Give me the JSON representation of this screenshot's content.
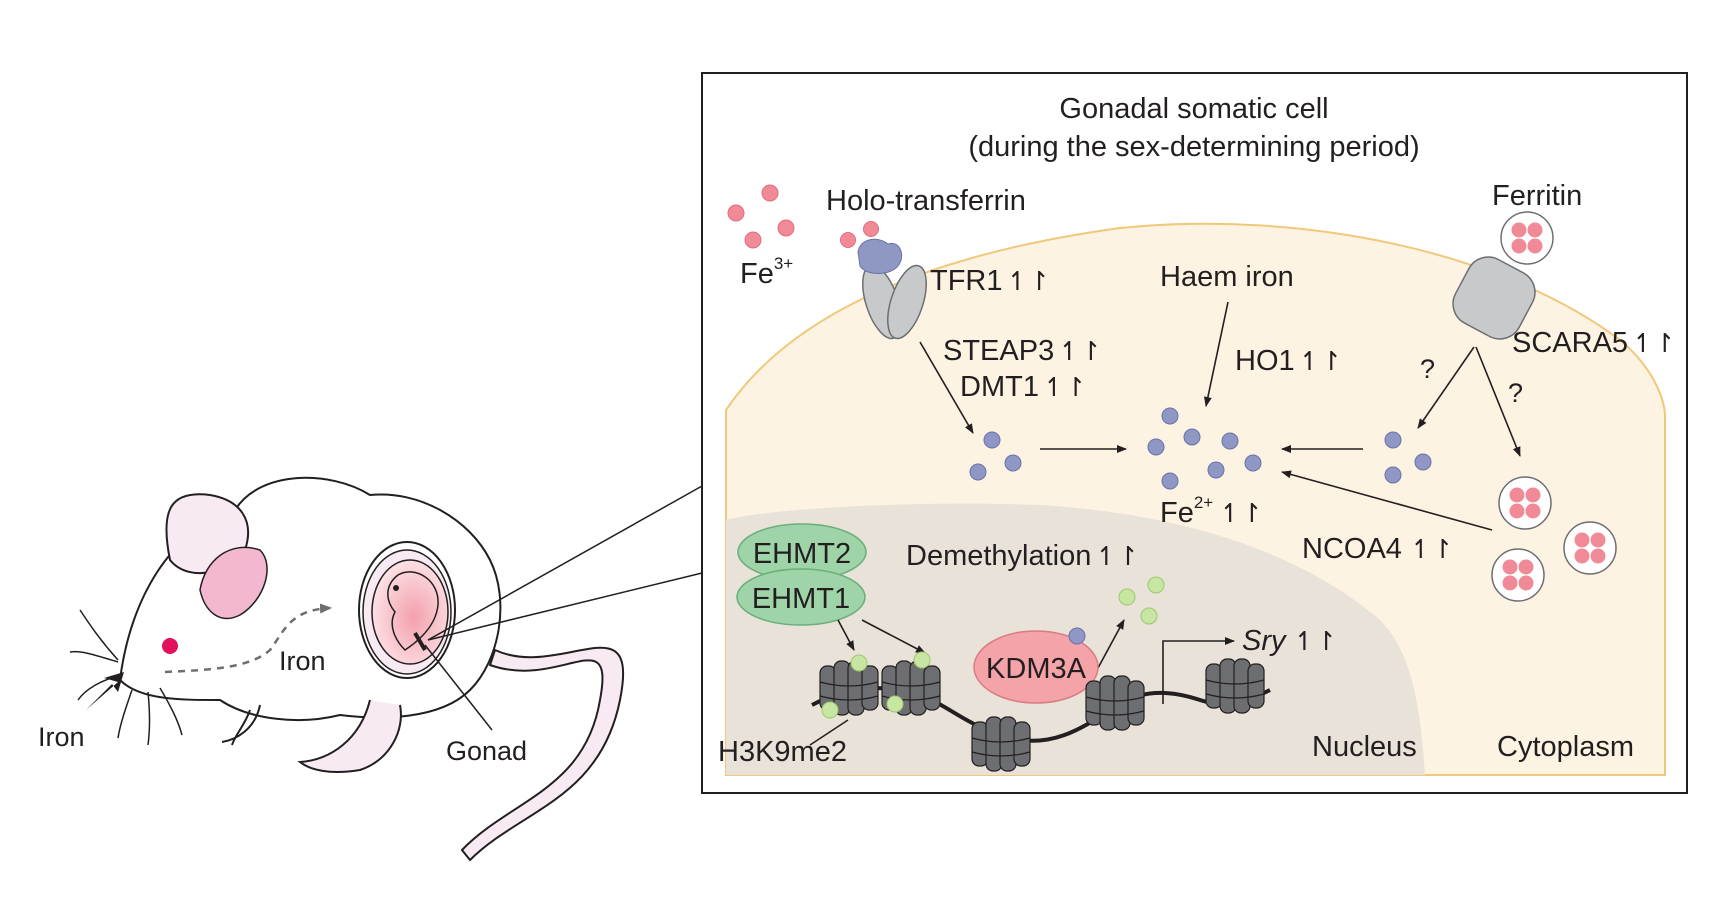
{
  "panel": {
    "title_line1": "Gonadal somatic cell",
    "title_line2": "(during the sex-determining period)"
  },
  "mouse": {
    "iron_outside": "Iron",
    "iron_inside": "Iron",
    "gonad": "Gonad"
  },
  "labels": {
    "fe3": "Fe",
    "fe3_sup": "3+",
    "holo_transferrin": "Holo-transferrin",
    "tfr1": "TFR1",
    "steap3": "STEAP3",
    "dmt1": "DMT1",
    "haem_iron": "Haem iron",
    "ho1": "HO1",
    "ferritin": "Ferritin",
    "scara5": "SCARA5",
    "question1": "?",
    "question2": "?",
    "fe2": "Fe",
    "fe2_sup": "2+",
    "ncoa4": "NCOA4",
    "ehmt2": "EHMT2",
    "ehmt1": "EHMT1",
    "demethylation": "Demethylation",
    "kdm3a": "KDM3A",
    "sry": "Sry",
    "h3k9me2": "H3K9me2",
    "nucleus": "Nucleus",
    "cytoplasm": "Cytoplasm",
    "up_arrows": "↿↾"
  },
  "colors": {
    "fe3_ion": "#f08a96",
    "fe2_ion": "#8f97c4",
    "cytoplasm_fill": "#fdf3e2",
    "cell_edge": "#f0c87a",
    "nucleus_fill": "#e8e2d8",
    "ehmt_fill": "#9fd3a8",
    "kdm3a_fill": "#f4a3a8",
    "methyl_mark": "#c7e6a1",
    "receptor_gray": "#c8c9cb"
  }
}
